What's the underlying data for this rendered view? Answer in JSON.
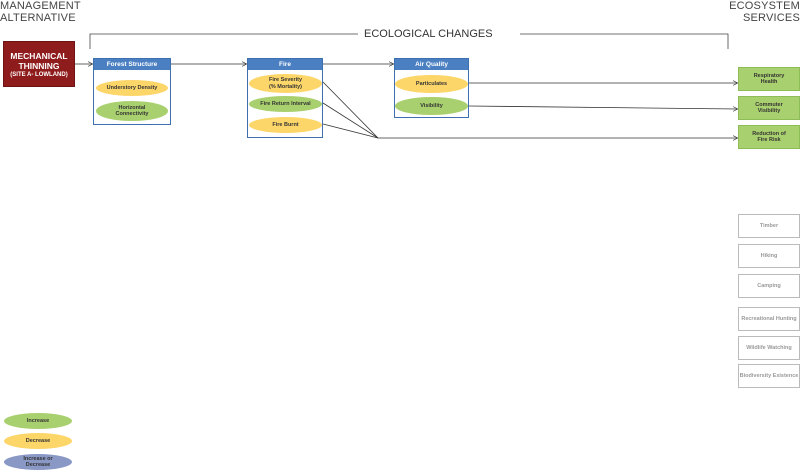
{
  "headers": {
    "management": [
      "MANAGEMENT",
      "ALTERNATIVE"
    ],
    "ecological": "ECOLOGICAL CHANGES",
    "ecosystem": [
      "ECOSYSTEM",
      "SERVICES"
    ]
  },
  "management": {
    "line1": [
      "MECHANICAL",
      "THINNING"
    ],
    "line2": "(SITE A- LOWLAND)"
  },
  "boxes": {
    "forest": {
      "title": "Forest Structure",
      "items": [
        [
          "Understory Density"
        ],
        [
          "Horizontal",
          "Connectivity"
        ]
      ]
    },
    "fire": {
      "title": "Fire",
      "items": [
        [
          "Fire Severity",
          "(% Mortality)"
        ],
        [
          "Fire Return Interval"
        ],
        [
          "Fire Burnt"
        ]
      ]
    },
    "air": {
      "title": "Air Quality",
      "items": [
        [
          "Particulates"
        ],
        [
          "Visibility"
        ]
      ]
    }
  },
  "services_active": [
    [
      "Respiratory",
      "Health"
    ],
    [
      "Commuter",
      "Visibility"
    ],
    [
      "Reduction of",
      "Fire Risk"
    ]
  ],
  "services_inactive": [
    "Timber",
    "Hiking",
    "Camping",
    "Recreational Hunting",
    "Wildlife Watching",
    "Biodiversity Existence"
  ],
  "legend": [
    {
      "label": [
        "Increase"
      ],
      "color": "#a9d06e"
    },
    {
      "label": [
        "Decrease"
      ],
      "color": "#fdd66a"
    },
    {
      "label": [
        "Increase or",
        "Decrease"
      ],
      "color": "#8a98c6"
    }
  ]
}
